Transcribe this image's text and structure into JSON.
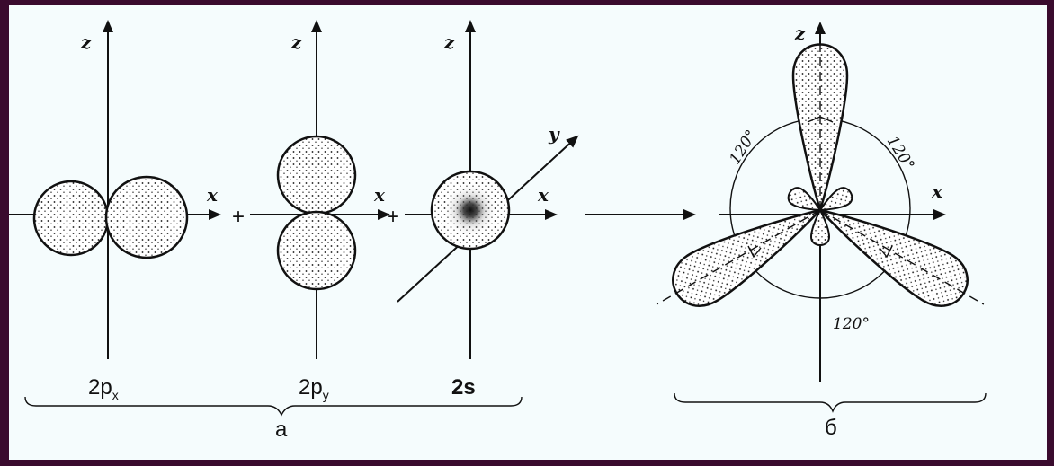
{
  "axes": {
    "z": "z",
    "x": "x",
    "y": "y"
  },
  "orbitals": {
    "px": {
      "main": "2p",
      "sub": "x"
    },
    "py": {
      "main": "2p",
      "sub": "y"
    },
    "s": "2s"
  },
  "plus": "+",
  "angles": [
    "120°",
    "120°",
    "120°"
  ],
  "groups": {
    "a": "а",
    "b": "б"
  },
  "colors": {
    "frame": "#3a0b2e",
    "paper": "#f5fcfd",
    "ink": "#111111"
  }
}
